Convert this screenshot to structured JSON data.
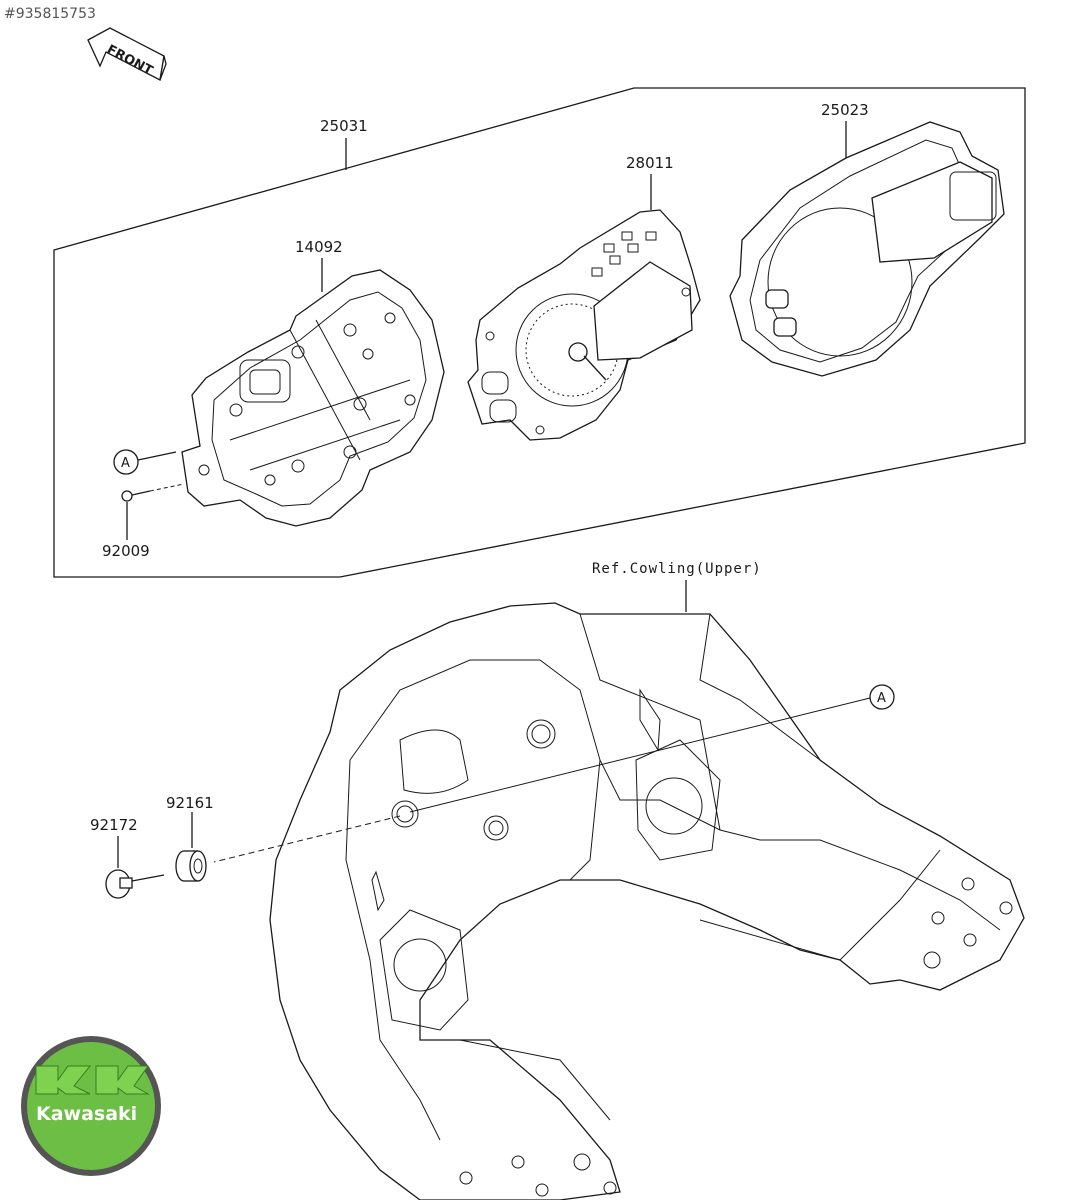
{
  "watermark": "#935815753",
  "front_label": "FRONT",
  "callouts": {
    "assembly": "25031",
    "case_lower": "14092",
    "meter_unit": "28011",
    "cover": "25023",
    "screw": "92009",
    "bolt": "92172",
    "damper": "92161",
    "ref_cowling": "Ref.Cowling(Upper)",
    "ref_a_left": "A",
    "ref_a_right": "A"
  },
  "logo": {
    "text": "Kawasaki",
    "color": "#6dbe45"
  },
  "colors": {
    "line": "#1a1a1a",
    "background": "#ffffff"
  }
}
